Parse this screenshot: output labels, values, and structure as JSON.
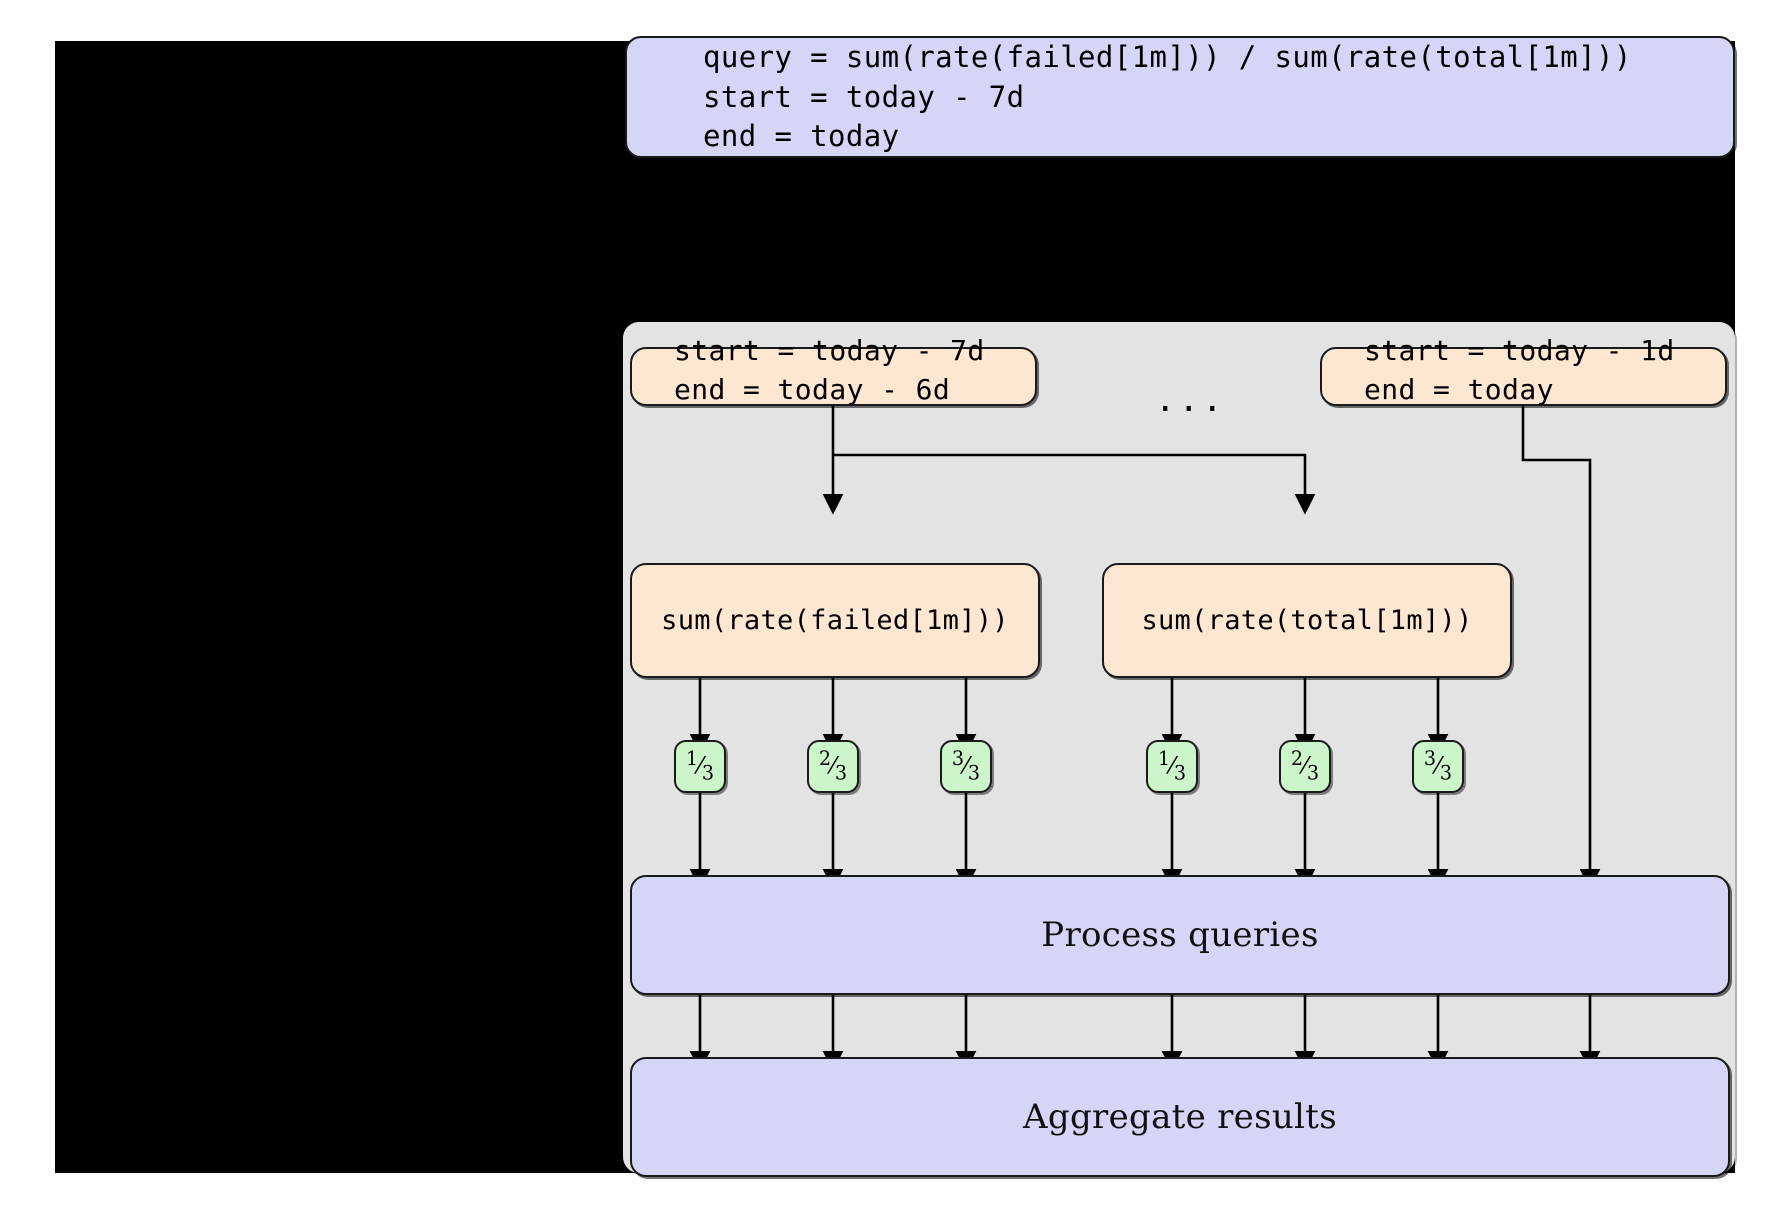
{
  "colors": {
    "backdrop": "#000000",
    "panel": "#e3e3e3",
    "spec_box": "#d5d5f7",
    "range_box": "#fde6d2",
    "page_chip": "#ccf5cc",
    "stage_box": "#d5d5f7",
    "stroke": "#1a1a1a"
  },
  "query_spec": {
    "name": "query-spec",
    "lines": [
      "query = sum(rate(failed[1m])) / sum(rate(total[1m]))",
      "start = today - 7d",
      "end = today"
    ]
  },
  "shard_panel": {
    "ellipsis": "...",
    "ranges": [
      {
        "id": "range-first",
        "lines": [
          "start = today - 7d",
          "end = today - 6d"
        ]
      },
      {
        "id": "range-last",
        "lines": [
          "start = today - 1d",
          "end = today"
        ]
      }
    ],
    "metrics": [
      {
        "id": "metric-failed",
        "label": "sum(rate(failed[1m]))"
      },
      {
        "id": "metric-total",
        "label": "sum(rate(total[1m]))"
      }
    ],
    "pages": [
      {
        "id": "page-failed-1",
        "num": "1",
        "den": "3"
      },
      {
        "id": "page-failed-2",
        "num": "2",
        "den": "3"
      },
      {
        "id": "page-failed-3",
        "num": "3",
        "den": "3"
      },
      {
        "id": "page-total-1",
        "num": "1",
        "den": "3"
      },
      {
        "id": "page-total-2",
        "num": "2",
        "den": "3"
      },
      {
        "id": "page-total-3",
        "num": "3",
        "den": "3"
      }
    ]
  },
  "stages": [
    {
      "id": "stage-process",
      "label": "Process queries"
    },
    {
      "id": "stage-aggregate",
      "label": "Aggregate results"
    }
  ]
}
